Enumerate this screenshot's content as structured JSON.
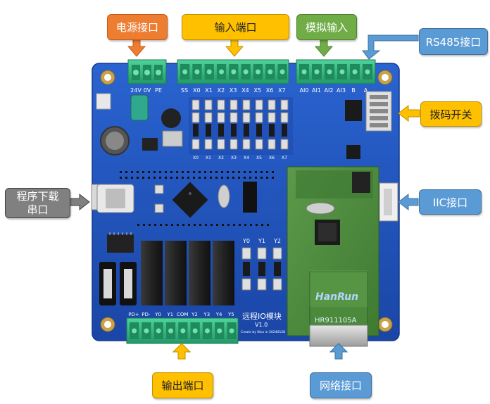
{
  "callouts": {
    "power": "电源接口",
    "input_port": "输入端口",
    "analog_input": "模拟输入",
    "rs485": "RS485接口",
    "dip_switch": "拨码开关",
    "program_serial_line1": "程序下载",
    "program_serial_line2": "串口",
    "iic": "IIC接口",
    "output_port": "输出端口",
    "network": "网络接口"
  },
  "board": {
    "title": "远程IO模块",
    "version": "V1.0",
    "credit": "Create by Nico in 20240128",
    "module_brand": "HanRun",
    "module_part": "HR911105A",
    "power_pins": [
      "24V",
      "0V",
      "PE"
    ],
    "input_pins": [
      "SS",
      "X0",
      "X1",
      "X2",
      "X3",
      "X4",
      "X5",
      "X6",
      "X7"
    ],
    "analog_pins": [
      "AI0",
      "AI1",
      "AI2",
      "AI3",
      "B",
      "A"
    ],
    "output_pins": [
      "PD+",
      "PD-",
      "Y0",
      "Y1",
      "COM",
      "Y2",
      "Y3",
      "Y4",
      "Y5"
    ],
    "relay_labels": [
      "Y0",
      "Y1",
      "Y2"
    ],
    "opto_labels": [
      "X0",
      "X1",
      "X2",
      "X3",
      "X4",
      "X5",
      "X6",
      "X7"
    ]
  },
  "colors": {
    "board": "#1d4fb8",
    "terminal": "#3cc48c",
    "module": "#4a8a3a",
    "orange": "#ed7d31",
    "yellow": "#ffc000",
    "green": "#70ad47",
    "blue": "#5b9bd5",
    "grey": "#808080"
  }
}
